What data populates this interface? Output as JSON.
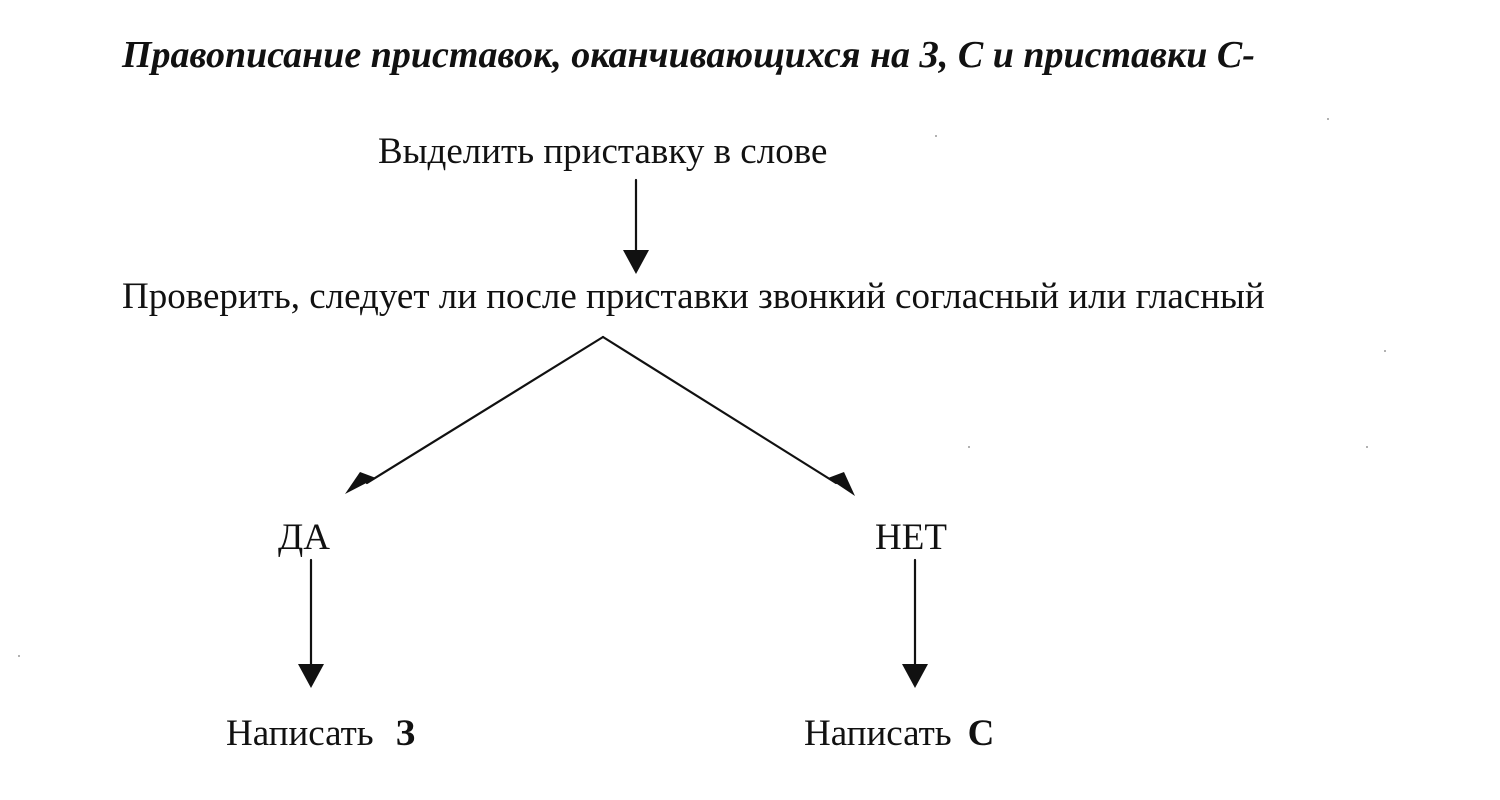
{
  "diagram": {
    "title": "Правописание приставок, оканчивающихся на З, С и приставки С-",
    "step_select": "Выделить приставку в слове",
    "step_check": "Проверить, следует ли после приставки звонкий согласный или гласный",
    "branch_yes": {
      "label": "ДА",
      "result_prefix": "Написать",
      "result_letter": "З"
    },
    "branch_no": {
      "label": "НЕТ",
      "result_prefix": "Написать",
      "result_letter": "С"
    },
    "colors": {
      "ink": "#111111",
      "paper": "#ffffff"
    }
  }
}
